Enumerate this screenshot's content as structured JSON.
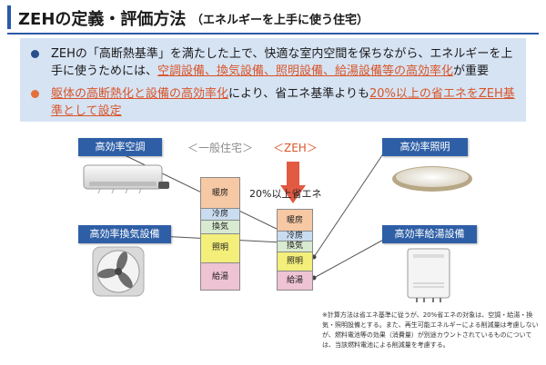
{
  "title": {
    "main": "ZEHの定義・評価方法",
    "sub": "（エネルギーを上手に使う住宅）"
  },
  "bullets": [
    {
      "pre": "ZEHの「高断熱基準」を満たした上で、快適な室内空間を保ちながら、エネルギーを上手に使うためには、",
      "em": "空調設備、換気設備、照明設備、給湯設備等の高効率化",
      "post": "が重要"
    },
    {
      "em1": "躯体の高断熱化と設備の高効率化",
      "mid": "により、省エネ基準よりも",
      "em2": "20%以上の省エネをZEH基準として設定"
    }
  ],
  "headers": {
    "general": "＜一般住宅＞",
    "zeh": "＜ZEH＞",
    "saving": "20%以上省エネ"
  },
  "labels": {
    "hvac": "高効率空調",
    "ventilation": "高効率換気設備",
    "lighting": "高効率照明",
    "water_heater": "高効率給湯設備"
  },
  "segments": {
    "heating": "暖房",
    "cooling": "冷房",
    "ventilation": "換気",
    "lighting": "照明",
    "hot_water": "給湯"
  },
  "note": "※計算方法は省エネ基準に従うが、20%省エネの対象は、空調・給湯・換気・照明設備とする。また、再生可能エネルギーによる削減量は考慮しないが、燃料電池等の効果（消費量）が別途カウントされているものについては、当該燃料電池による削減量を考慮する。",
  "colors": {
    "accent": "#2e5fa6",
    "highlight": "#d8552a",
    "heating": "#f6c8a4",
    "cooling": "#c9dcf0",
    "ventilation": "#d8ead0",
    "lighting": "#f3ef7a",
    "hot_water": "#eec3d3"
  }
}
